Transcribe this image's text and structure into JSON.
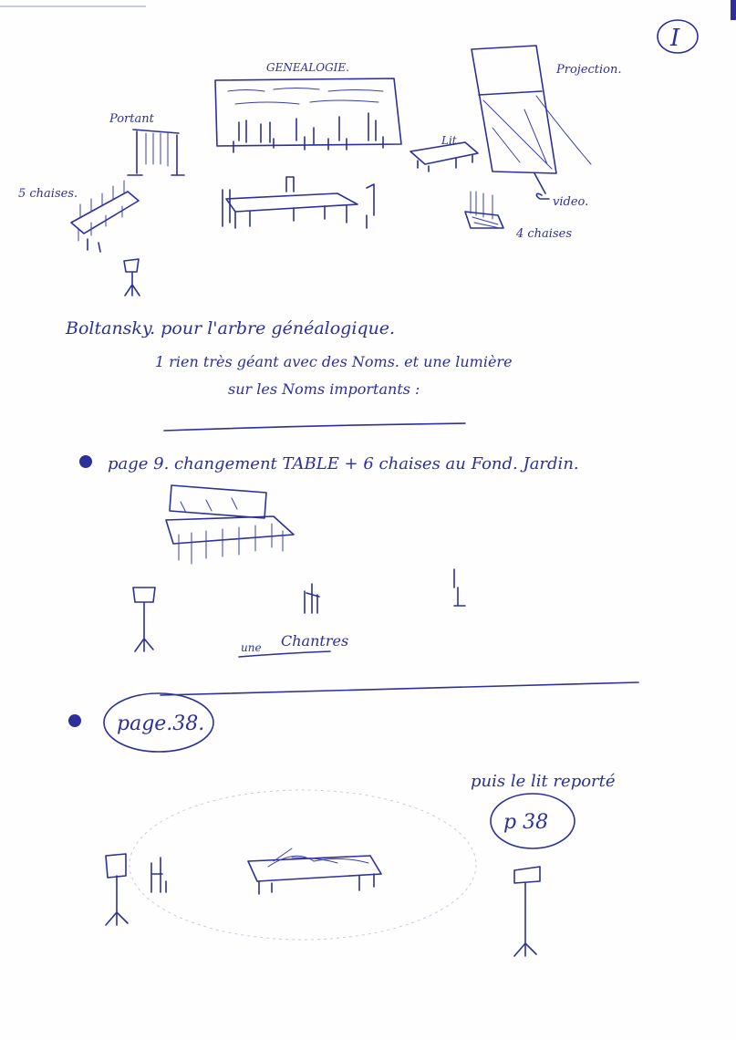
{
  "page_number": "I",
  "labels": {
    "genealogie": "GENEALOGIE.",
    "projection": "Projection.",
    "lit": "Lit",
    "portant": "Portant",
    "chaises_5": "5 chaises.",
    "video": "video.",
    "chaises_4": "4 chaises"
  },
  "notes": {
    "line1": "Boltansky. pour l'arbre généalogique.",
    "line2": "1 rien très géant avec des Noms. et une lumière",
    "line3": "sur les Noms importants :"
  },
  "section1": {
    "heading": "page 9. changement TABLE + 6 chaises au Fond. Jardin.",
    "caption_prefix": "une",
    "caption": "Chantres"
  },
  "section2": {
    "heading": "page.38.",
    "note": "puis le lit reporté",
    "badge": "p 38"
  },
  "colors": {
    "ink": "#2d2f9b",
    "paper": "#fefefe"
  }
}
